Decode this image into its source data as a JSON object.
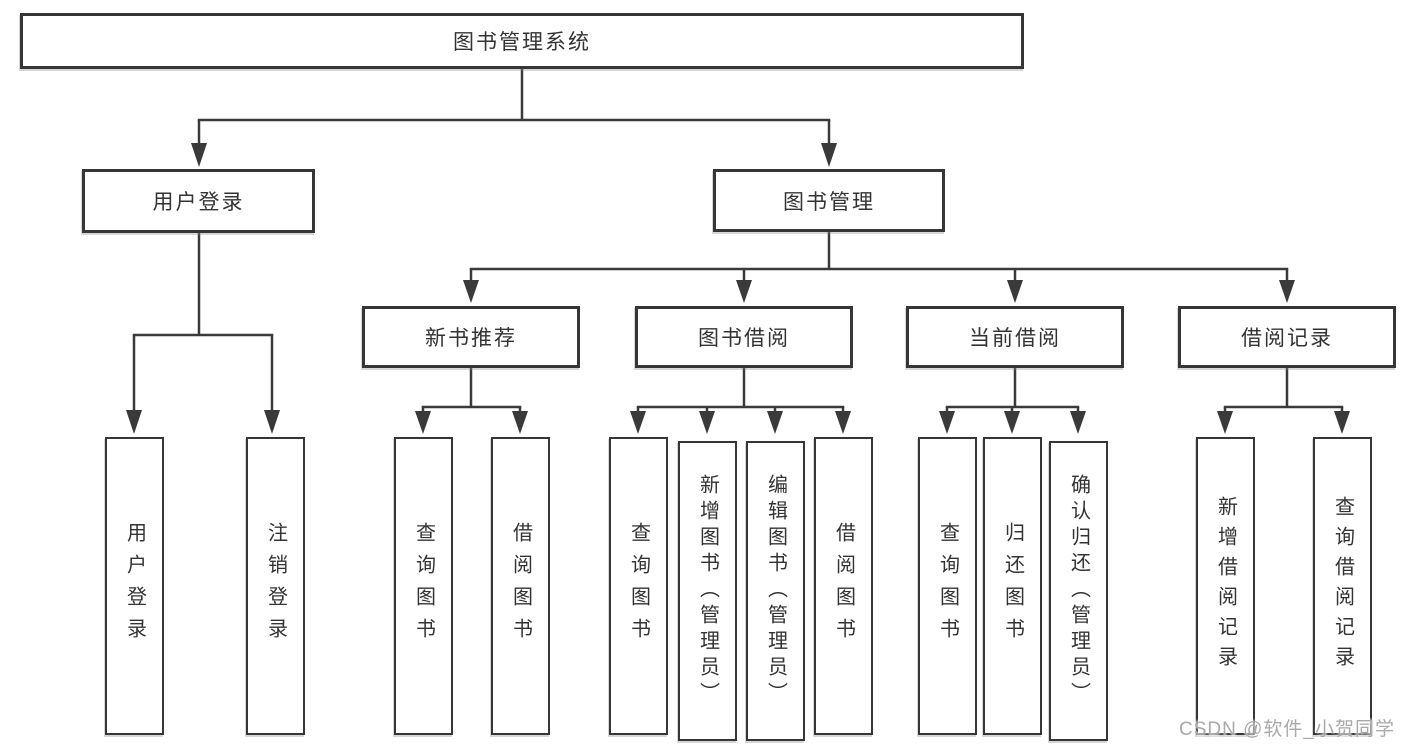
{
  "diagram": {
    "root": {
      "label": "图书管理系统"
    },
    "level2": [
      {
        "label": "用户登录"
      },
      {
        "label": "图书管理"
      }
    ],
    "level3": [
      {
        "label": "新书推荐"
      },
      {
        "label": "图书借阅"
      },
      {
        "label": "当前借阅"
      },
      {
        "label": "借阅记录"
      }
    ],
    "leaves": [
      {
        "label": "用户登录"
      },
      {
        "label": "注销登录"
      },
      {
        "label": "查询图书"
      },
      {
        "label": "借阅图书"
      },
      {
        "label": "查询图书"
      },
      {
        "label": "新增图书（管理员）"
      },
      {
        "label": "编辑图书（管理员）"
      },
      {
        "label": "借阅图书"
      },
      {
        "label": "查询图书"
      },
      {
        "label": "归还图书"
      },
      {
        "label": "确认归还（管理员）"
      },
      {
        "label": "新增借阅记录"
      },
      {
        "label": "查询借阅记录"
      }
    ]
  },
  "watermark": {
    "text": "CSDN @软件_小贺同学"
  },
  "colors": {
    "line": "#3a3a3a",
    "box_border": "#363636",
    "text": "#333333",
    "watermark": "#a9a9a9",
    "background": "#ffffff"
  }
}
